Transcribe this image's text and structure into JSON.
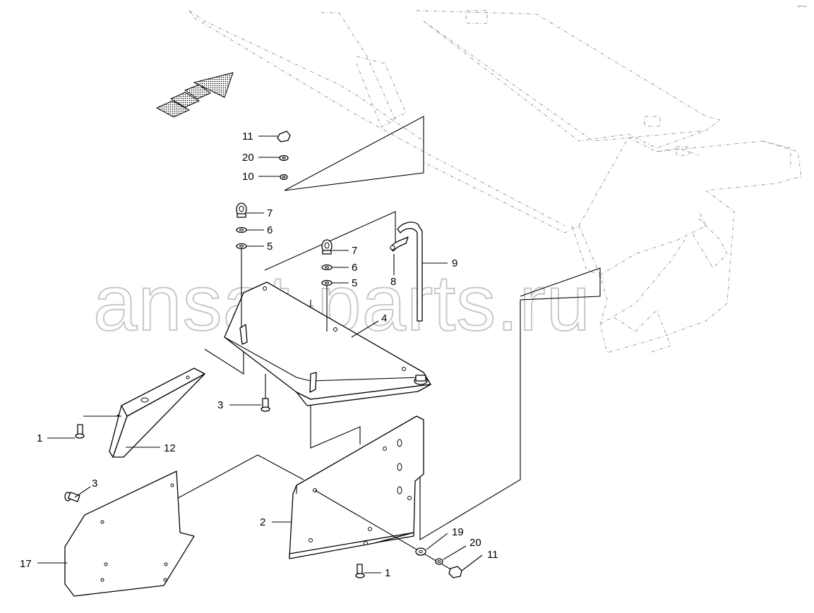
{
  "watermark": "ansat-parts.ru",
  "corner_mark": "⌐–",
  "callouts": [
    {
      "id": "c11a",
      "text": "11"
    },
    {
      "id": "c20a",
      "text": "20"
    },
    {
      "id": "c10",
      "text": "10"
    },
    {
      "id": "c7a",
      "text": "7"
    },
    {
      "id": "c6a",
      "text": "6"
    },
    {
      "id": "c5a",
      "text": "5"
    },
    {
      "id": "c7b",
      "text": "7"
    },
    {
      "id": "c6b",
      "text": "6"
    },
    {
      "id": "c5b",
      "text": "5"
    },
    {
      "id": "c8",
      "text": "8"
    },
    {
      "id": "c9",
      "text": "9"
    },
    {
      "id": "c4",
      "text": "4"
    },
    {
      "id": "c3a",
      "text": "3"
    },
    {
      "id": "c1a",
      "text": "1"
    },
    {
      "id": "c12",
      "text": "12"
    },
    {
      "id": "c3b",
      "text": "3"
    },
    {
      "id": "c2",
      "text": "2"
    },
    {
      "id": "c17",
      "text": "17"
    },
    {
      "id": "c19",
      "text": "19"
    },
    {
      "id": "c20b",
      "text": "20"
    },
    {
      "id": "c11b",
      "text": "11"
    },
    {
      "id": "c1b",
      "text": "1"
    }
  ],
  "colors": {
    "ink": "#000000",
    "frame": "#9a9a9a",
    "watermark": "#c8c8c8"
  }
}
